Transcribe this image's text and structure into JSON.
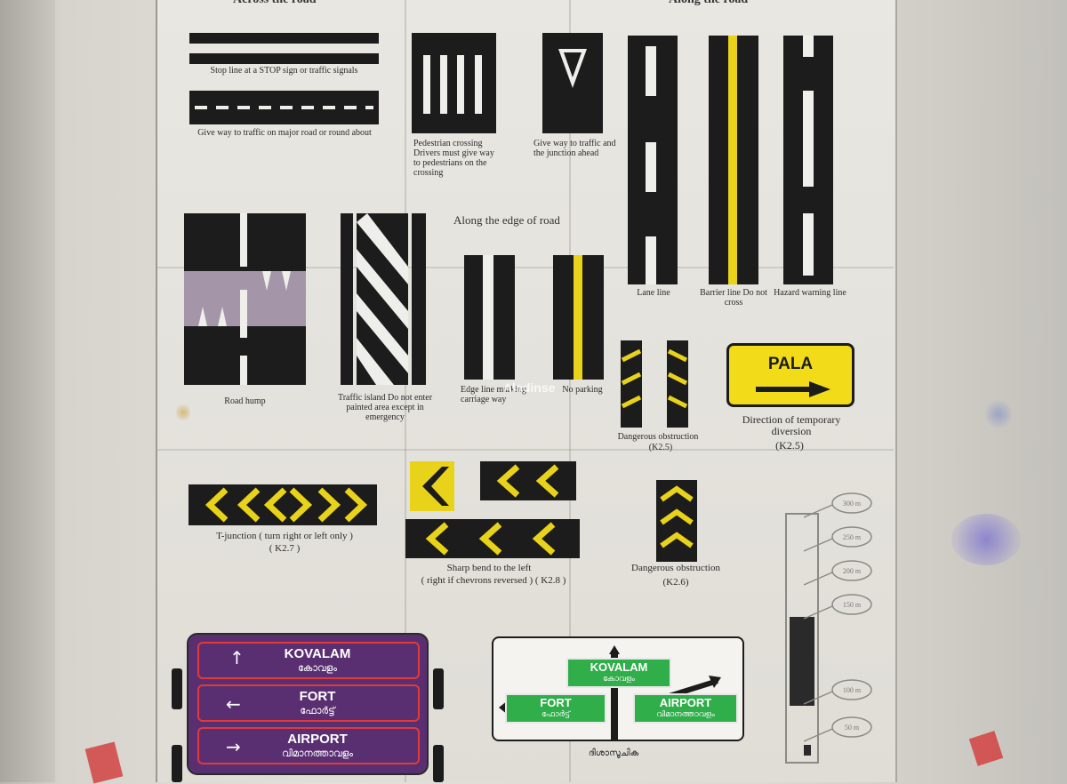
{
  "headings": {
    "across_road": "Across the road",
    "along_road": "Along the road",
    "edge_road": "Along the edge of road"
  },
  "labels": {
    "stop_line": "Stop line at a STOP sign or traffic signals",
    "give_way_major": "Give way to traffic on major road or round about",
    "pedestrian": "Pedestrian crossing Drivers must give way to pedestrians on the crossing",
    "give_way_junction": "Give way to traffic and the junction ahead",
    "lane_line": "Lane line",
    "barrier_line": "Barrier line Do not cross",
    "hazard_warning": "Hazard warning line",
    "road_hump": "Road hump",
    "traffic_island": "Traffic island Do not enter painted area except in emergency",
    "edge_line": "Edge line marking carriage way",
    "no_parking": "No parking",
    "dangerous_obstruction_1": "Dangerous obstruction",
    "k25a": "(K2.5)",
    "diversion": "Direction of temporary diversion",
    "k25b": "(K2.5)",
    "t_junction": "T-junction ( turn right or left only )",
    "k27": "( K2.7 )",
    "sharp_bend": "Sharp bend to the left",
    "sharp_bend_2": "( right if chevrons reversed ) ( K2.8 )",
    "dangerous_obstruction_2": "Dangerous obstruction",
    "k26": "(K2.6)",
    "bottom_caption": "ദിശാസൂചിക"
  },
  "signs": {
    "pala": "PALA",
    "purple": [
      {
        "name": "KOVALAM",
        "local": "കോവളം",
        "arrow": "↑"
      },
      {
        "name": "FORT",
        "local": "ഫോർട്ട്",
        "arrow": "←"
      },
      {
        "name": "AIRPORT",
        "local": "വിമാനത്താവളം",
        "arrow": "→"
      }
    ],
    "green": [
      {
        "name": "KOVALAM",
        "local": "കോവളം"
      },
      {
        "name": "FORT",
        "local": "ഫോർട്ട്"
      },
      {
        "name": "AIRPORT",
        "local": "വിമാനത്താവളം"
      }
    ]
  },
  "pole_bubbles": [
    "300 m",
    "250 m",
    "200 m",
    "150 m",
    "100 m",
    "50 m"
  ],
  "watermark": "Aladinse",
  "colors": {
    "yellow": "#e8d21a",
    "black": "#1c1c1c",
    "purple_sign": "#5a2f72",
    "green_sign": "#2fae4a",
    "paper": "#e6e4de"
  }
}
